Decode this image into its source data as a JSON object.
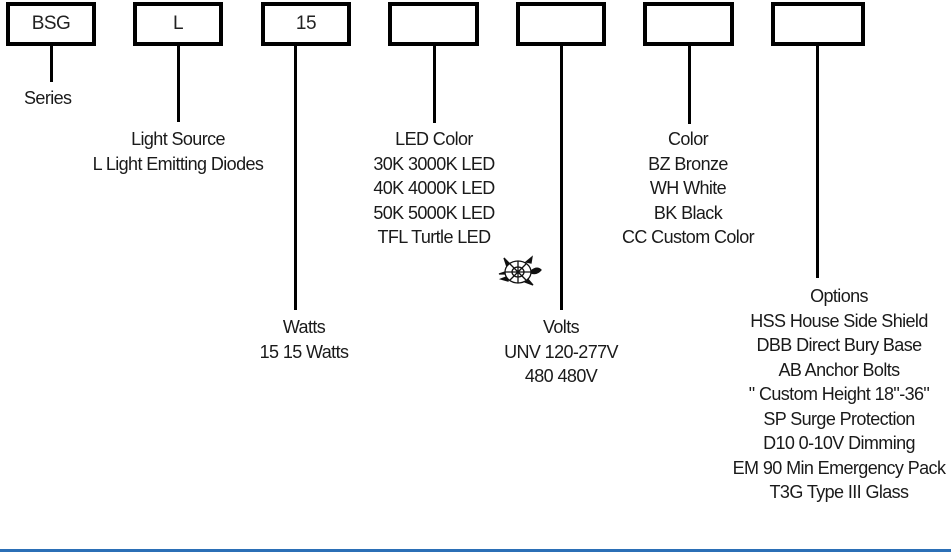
{
  "boxes": [
    {
      "value": "BSG"
    },
    {
      "value": "L"
    },
    {
      "value": "15"
    },
    {
      "value": ""
    },
    {
      "value": ""
    },
    {
      "value": ""
    },
    {
      "value": ""
    }
  ],
  "series": {
    "title": "Series"
  },
  "light_source": {
    "title": "Light Source",
    "items": [
      "L Light Emitting Diodes"
    ]
  },
  "watts": {
    "title": "Watts",
    "items": [
      "15 15 Watts"
    ]
  },
  "led_color": {
    "title": "LED Color",
    "items": [
      "30K 3000K LED",
      "40K 4000K LED",
      "50K 5000K LED",
      "TFL Turtle LED"
    ]
  },
  "volts": {
    "title": "Volts",
    "items": [
      "UNV 120-277V",
      "480 480V"
    ]
  },
  "color": {
    "title": "Color",
    "items": [
      "BZ Bronze",
      "WH White",
      "BK Black",
      "CC Custom Color"
    ]
  },
  "options": {
    "title": "Options",
    "items": [
      "HSS House Side Shield",
      "DBB Direct Bury Base",
      "AB Anchor Bolts",
      "\" Custom Height 18\"-36\"",
      "SP Surge Protection",
      "D10 0-10V Dimming",
      "EM 90 Min Emergency Pack",
      "T3G Type III Glass"
    ]
  },
  "icons": {
    "turtle": "turtle-icon"
  },
  "colors": {
    "accent_rule": "#2b6fb6",
    "box_border": "#000000"
  }
}
